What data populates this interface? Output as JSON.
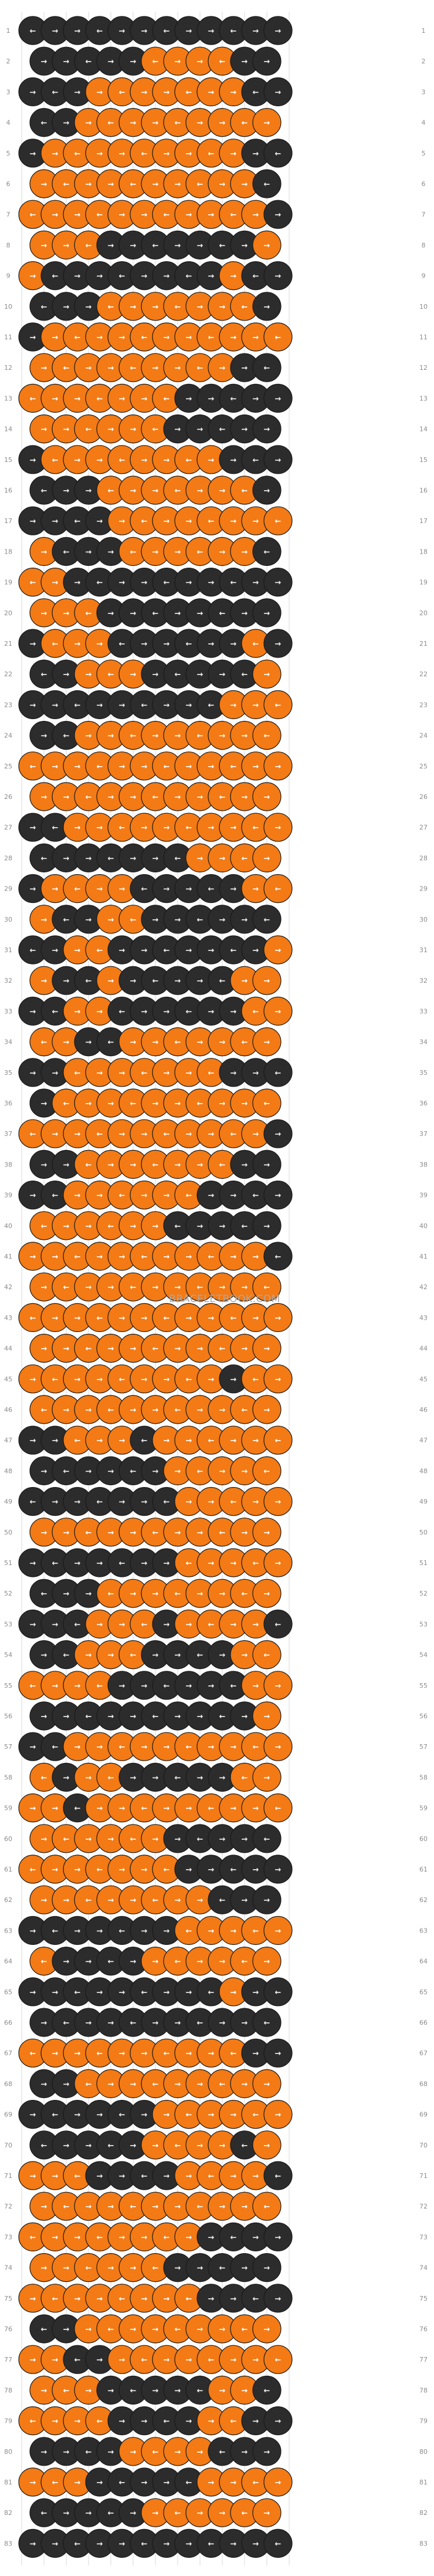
{
  "watermark": "BRACELETBOOK.COM",
  "colors": {
    "O": "#f37a14",
    "B": "#2c2c2c",
    "background": "#ffffff",
    "row_number": "#8c8c8c",
    "string_guide": "#d9d9d9"
  },
  "pattern": {
    "strings": 12,
    "rows": [
      "BBBBBBBBBBBB",
      "BBBBBOOOOBBB",
      "BBBOOOOOOOBB",
      "BBOOOOOOOOOB",
      "BOOOOOOOOOBB",
      "OOOOOOOOOOBB",
      "OOOOOOOOOOOB",
      "OOOBBBBBBBOB",
      "OBBBBBBBBOBB",
      "BBBOOOOOOOBB",
      "BOOOOOOOOOOO",
      "OOOOOOOOOBBB",
      "OOOOOOOBBBBB",
      "OOOOOOBBBBBB",
      "BOOOOOOOOBBB",
      "BBBOOOOOOOBB",
      "BBBBOOOOOOOO",
      "OBBBOOOOOOBB",
      "OOBBBBBBBBBB",
      "OOOBBBBBBBBB",
      "BOOOBBBBBBOB",
      "BBOOOBBBBBOB",
      "BBBBBBBBBOOO",
      "BBOOOOOOOOOO",
      "OOOOOOOOOOOO",
      "OOOOOOOOOOOO",
      "BBOOOOOOOOOO",
      "BBBBBBBOOOOO",
      "BOOOOBBBBBOO",
      "OBBOOBBBBBBO",
      "BBOOBBBBBBBO",
      "OBBOBBBBBOOB",
      "BBOOBBBBBBOO",
      "OOBBOOOOOOOB",
      "BBOOOOOOOBBB",
      "BOOOOOOOOOOB",
      "OOOOOOOOOOOB",
      "BBOOOOOOOBBB",
      "BBOOOOOOBBBB",
      "OOOOOOBBBBBB",
      "OOOOOOOOOOOB",
      "OOOOOOOOOOOO",
      "OOOOOOOOOOOO",
      "OOOOOOOOOOOO",
      "OOOOOOOOOBOO",
      "OOOOOOOOOOOO",
      "BBOOOBOOOOOO",
      "BBBBBBOOOOOB",
      "BBBBBBBOOOOO",
      "OOOOOOOOOOOO",
      "BBBBBBBOOOOO",
      "BBBOOOOOOOOB",
      "BBBOOOBOOOOB",
      "BBOOOBBBBOOO",
      "OOOOBBBBBBOO",
      "BBBBBBBBBBOO",
      "BBOOOOOOOOOO",
      "OBOOBBBBBOOO",
      "OOBOOOOOOOOO",
      "OOOOOOBBBBBB",
      "OOOOOOOBBBBB",
      "OOOOOOOOBBBB",
      "BBBBBBBOOOOO",
      "OBBBBOOOOOOO",
      "BBBBBBBBBOBB",
      "BBBBBBBBBBBB",
      "OOOOOOOOOOBB",
      "BBOOOOOOOOOB",
      "BBBBBBOOOOOO",
      "BBBBBOOOOBOO",
      "OOOBBBBOOOOB",
      "OOOOOOOOOOOB",
      "OOOOOOOOBBBB",
      "OOOOOOBBBBBB",
      "OOOOOOOOBBBB",
      "BBOOOOOOOOOO",
      "OOBBOOOOOOOO",
      "OOOBBBBBOOBB",
      "OOOOBBBBOOBB",
      "BBBBOOOOBBBB",
      "OOOBBBBBOOOO",
      "BBBBBOOOOOOB",
      "BBBBBBBBBBBB"
    ]
  }
}
